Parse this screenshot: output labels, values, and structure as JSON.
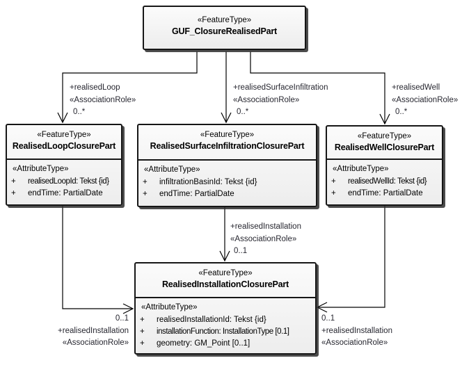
{
  "diagram": {
    "colors": {
      "line": "#000000",
      "box_fill_top": "#fbfbfb",
      "box_fill_bottom": "#ededed",
      "box_border": "#161616",
      "label_text": "#26262f"
    },
    "classes": {
      "guf": {
        "stereotype": "«FeatureType»",
        "name": "GUF_ClosureRealisedPart"
      },
      "loop": {
        "stereotype": "«FeatureType»",
        "name": "RealisedLoopClosurePart",
        "attr_header": "«AttributeType»",
        "attributes": [
          {
            "vis": "+",
            "text": "realisedLoopId: Tekst {id}"
          },
          {
            "vis": "+",
            "text": "endTime: PartialDate"
          }
        ]
      },
      "surface": {
        "stereotype": "«FeatureType»",
        "name": "RealisedSurfaceInfiltrationClosurePart",
        "attr_header": "«AttributeType»",
        "attributes": [
          {
            "vis": "+",
            "text": "infiltrationBasinId: Tekst {id}"
          },
          {
            "vis": "+",
            "text": "endTime: PartialDate"
          }
        ]
      },
      "well": {
        "stereotype": "«FeatureType»",
        "name": "RealisedWellClosurePart",
        "attr_header": "«AttributeType»",
        "attributes": [
          {
            "vis": "+",
            "text": "realisedWellId: Tekst {id}"
          },
          {
            "vis": "+",
            "text": "endTime: PartialDate"
          }
        ]
      },
      "installation": {
        "stereotype": "«FeatureType»",
        "name": "RealisedInstallationClosurePart",
        "attr_header": "«AttributeType»",
        "attributes": [
          {
            "vis": "+",
            "text": "realisedInstallationId: Tekst {id}"
          },
          {
            "vis": "+",
            "text": "installationFunction: InstallationType [0.1]"
          },
          {
            "vis": "+",
            "text": "geometry: GM_Point [0..1]"
          }
        ]
      }
    },
    "connectors": {
      "realised_loop": {
        "role": "+realisedLoop",
        "stereotype": "«AssociationRole»",
        "multiplicity": "0..*"
      },
      "realised_surface_infiltration": {
        "role": "+realisedSurfaceInfiltration",
        "stereotype": "«AssociationRole»",
        "multiplicity": "0..*"
      },
      "realised_well": {
        "role": "+realisedWell",
        "stereotype": "«AssociationRole»",
        "multiplicity": "0..*"
      },
      "realised_installation_center": {
        "role": "+realisedInstallation",
        "stereotype": "«AssociationRole»",
        "multiplicity": "0..1"
      },
      "realised_installation_left": {
        "multiplicity": "0..1",
        "role": "+realisedInstallation",
        "stereotype": "«AssociationRole»"
      },
      "realised_installation_right": {
        "multiplicity": "0..1",
        "role": "+realisedInstallation",
        "stereotype": "«AssociationRole»"
      }
    }
  }
}
